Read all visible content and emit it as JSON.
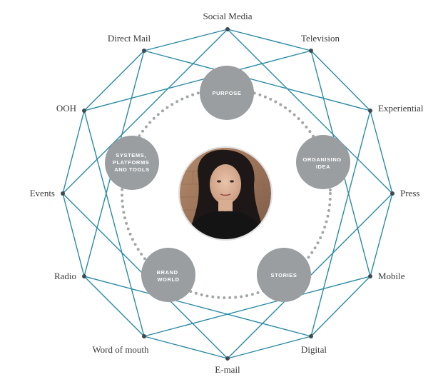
{
  "channels": [
    {
      "id": "social-media",
      "label": "Social Media"
    },
    {
      "id": "television",
      "label": "Television"
    },
    {
      "id": "experiential",
      "label": "Experiential"
    },
    {
      "id": "press",
      "label": "Press"
    },
    {
      "id": "mobile",
      "label": "Mobile"
    },
    {
      "id": "digital",
      "label": "Digital"
    },
    {
      "id": "e-mail",
      "label": "E-mail"
    },
    {
      "id": "word-of-mouth",
      "label": "Word of mouth"
    },
    {
      "id": "radio",
      "label": "Radio"
    },
    {
      "id": "events",
      "label": "Events"
    },
    {
      "id": "ooh",
      "label": "OOH"
    },
    {
      "id": "direct-mail",
      "label": "Direct Mail"
    }
  ],
  "core_nodes": [
    {
      "id": "purpose",
      "lines": [
        "PURPOSE"
      ]
    },
    {
      "id": "organising-idea",
      "lines": [
        "ORGANISING",
        "IDEA"
      ]
    },
    {
      "id": "stories",
      "lines": [
        "STORIES"
      ]
    },
    {
      "id": "brand-world",
      "lines": [
        "BRAND",
        "WORLD"
      ]
    },
    {
      "id": "systems",
      "lines": [
        "SYSTEMS,",
        "PLATFORMS",
        "AND TOOLS"
      ]
    }
  ],
  "colors": {
    "connector": "#2a8aa6",
    "vertex": "#3d4a50",
    "node": "#9a9ea1",
    "dots": "#a3a6a8",
    "label": "#3a3a3a"
  },
  "center": {
    "content": "portrait-photo"
  }
}
